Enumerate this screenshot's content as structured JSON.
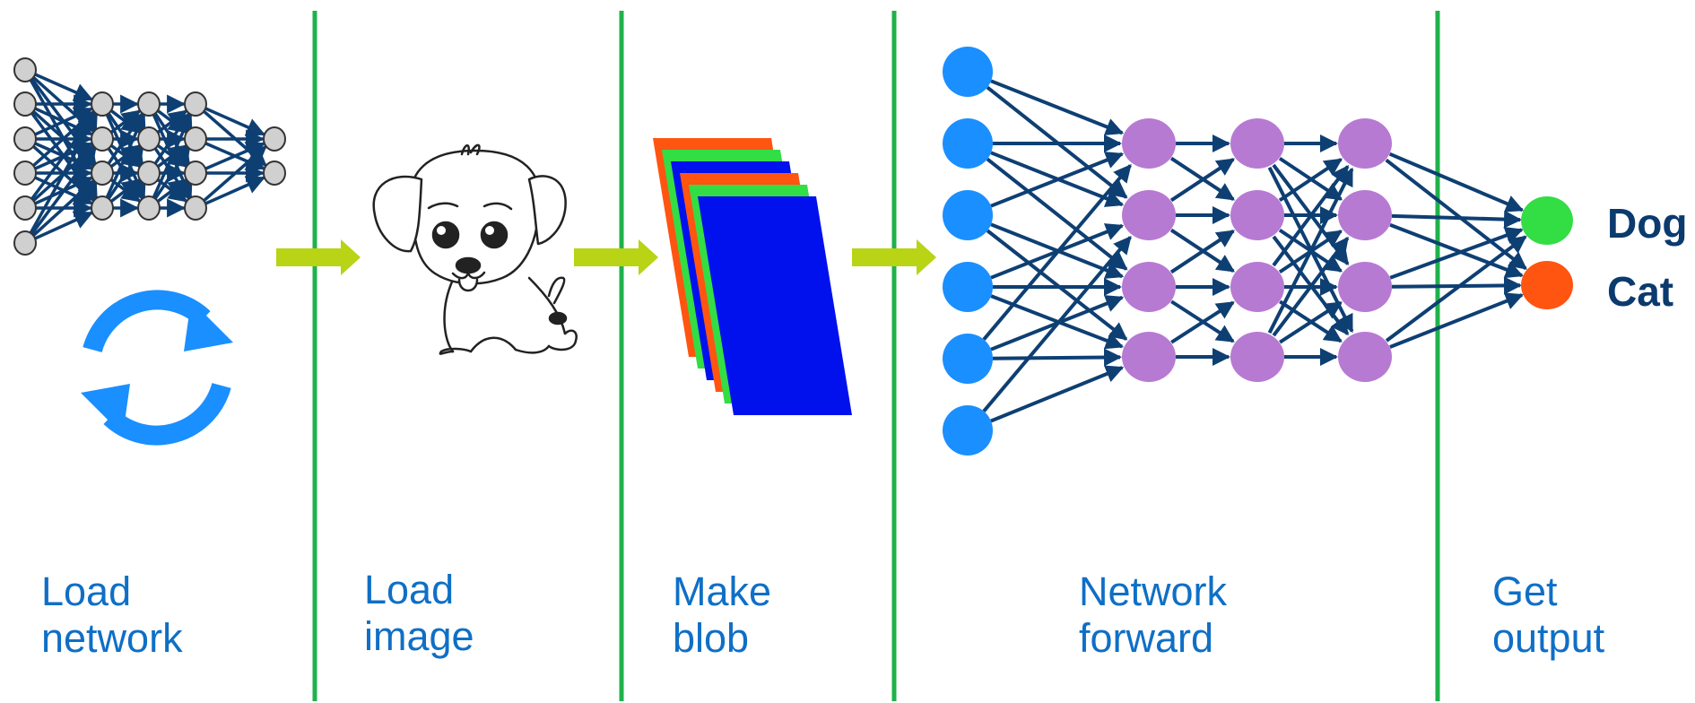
{
  "stages": [
    {
      "line1": "Load",
      "line2": "network"
    },
    {
      "line1": "Load",
      "line2": "image"
    },
    {
      "line1": "Make",
      "line2": "blob"
    },
    {
      "line1": "Network",
      "line2": "forward"
    },
    {
      "line1": "Get",
      "line2": "output"
    }
  ],
  "outputs": [
    {
      "label": "Dog",
      "color": "#33dd44"
    },
    {
      "label": "Cat",
      "color": "#ff5511"
    }
  ],
  "colors": {
    "separator": "#1fb24a",
    "arrow": "#b9d315",
    "edge": "#0e3f73",
    "input_node": "#1a8fff",
    "hidden_node": "#b77ad3",
    "small_node": "#d0d0d0",
    "reload_icon": "#1a8fff",
    "label_text": "#0f6fc6",
    "output_text": "#0b3a6e"
  },
  "blob_layers": [
    "#ff5511",
    "#33dd44",
    "#0011ee",
    "#ff5511",
    "#33dd44",
    "#0011ee"
  ],
  "network": {
    "layers": [
      6,
      4,
      4,
      4,
      2
    ]
  },
  "mini_network": {
    "layers": [
      6,
      4,
      4,
      4,
      2
    ]
  },
  "icons": [
    "mini-network-icon",
    "reload-icon",
    "puppy-icon",
    "blob-icon",
    "neural-network-icon"
  ]
}
